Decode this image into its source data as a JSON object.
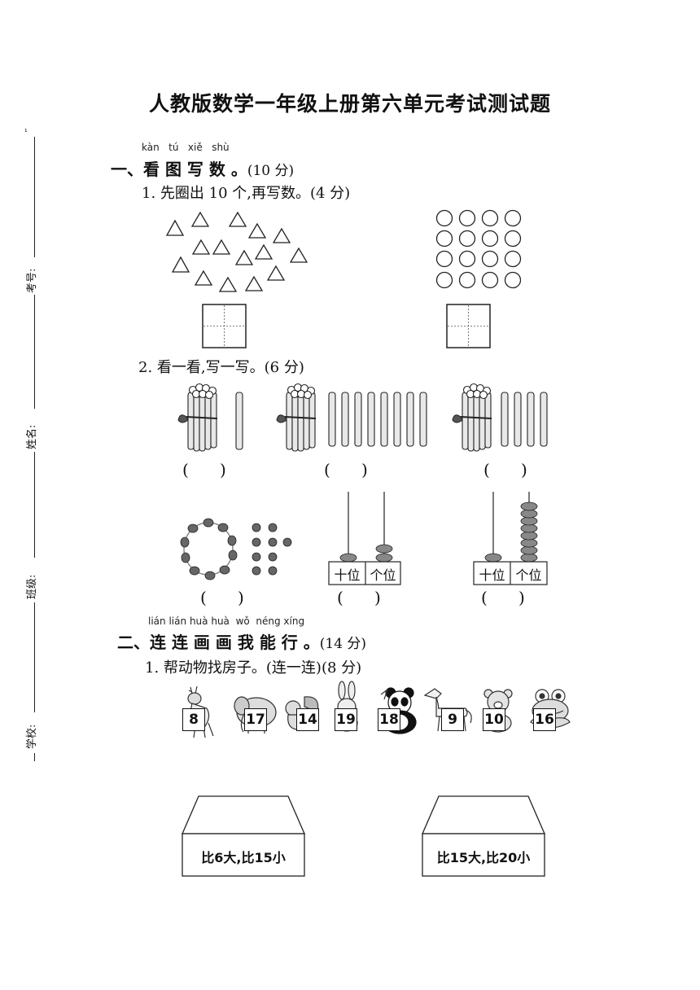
{
  "title": "人教版数学一年级上册第六单元考试测试题",
  "binding_margin": {
    "mark": "¹",
    "fields": [
      "考号:",
      "姓名:",
      "班级:",
      "学校:"
    ]
  },
  "section1": {
    "pinyin": [
      "kàn",
      "tú",
      "xiě",
      "shù"
    ],
    "heading": "一、看 图 写 数 。",
    "score": "(10 分)",
    "q1": "1. 先圈出 10 个,再写数。(4 分)",
    "q2": "2. 看一看,写一写。(6 分)",
    "paren": "(      )",
    "place_tens": "十位",
    "place_ones": "个位"
  },
  "section2": {
    "pinyin": [
      "lián",
      "lián",
      "huà",
      "huà",
      "wǒ",
      "néng",
      "xíng"
    ],
    "heading": "二、连 连 画 画 我 能 行 。",
    "score": "(14 分)",
    "q1": "1. 帮动物找房子。(连一连)(8 分)",
    "animal_numbers": [
      "8",
      "17",
      "14",
      "19",
      "18",
      "9",
      "10",
      "16"
    ],
    "animal_icons": [
      "deer-icon",
      "elephant-icon",
      "squirrel-icon",
      "rabbit-icon",
      "panda-icon",
      "horse-icon",
      "bear-icon",
      "frog-icon"
    ],
    "houses": [
      "比6大,比15小",
      "比15大,比20小"
    ]
  }
}
